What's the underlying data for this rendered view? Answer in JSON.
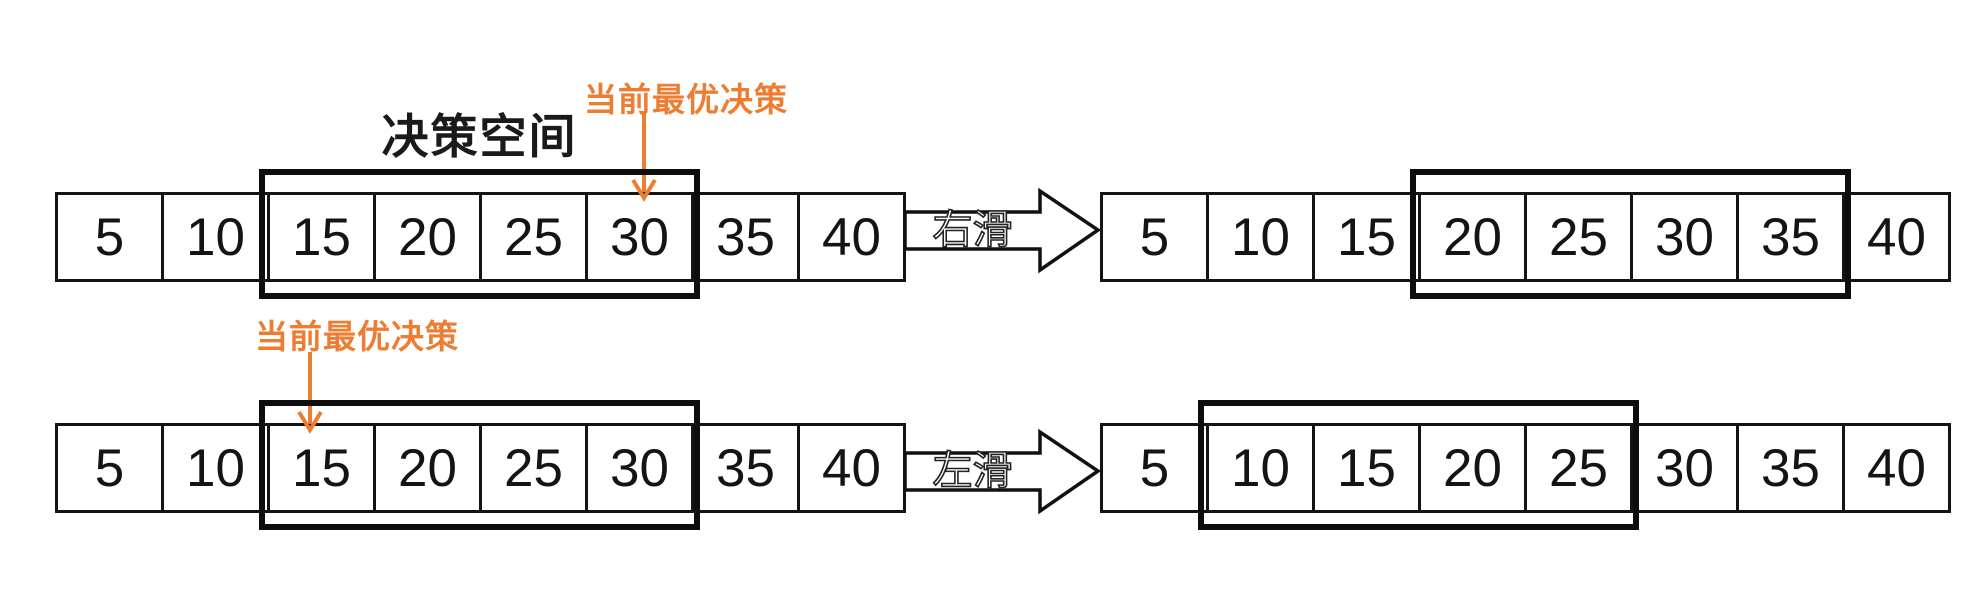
{
  "title": "决策空间",
  "annotations": {
    "top": "当前最优决策",
    "bottom": "当前最优决策"
  },
  "arrows": {
    "right_label": "右滑",
    "left_label": "左滑"
  },
  "arrays": {
    "top_left": {
      "cells": [
        "5",
        "10",
        "15",
        "20",
        "25",
        "30",
        "35",
        "40"
      ],
      "window": "15-30"
    },
    "top_right": {
      "cells": [
        "5",
        "10",
        "15",
        "20",
        "25",
        "30",
        "35",
        "40"
      ],
      "window": "20-35"
    },
    "bottom_left": {
      "cells": [
        "5",
        "10",
        "15",
        "20",
        "25",
        "30",
        "35",
        "40"
      ],
      "window": "15-30"
    },
    "bottom_right": {
      "cells": [
        "5",
        "10",
        "15",
        "20",
        "25",
        "30",
        "35",
        "40"
      ],
      "window": "10-25"
    }
  },
  "colors": {
    "accent_orange": "#ED7D31",
    "line_black": "#141414"
  }
}
